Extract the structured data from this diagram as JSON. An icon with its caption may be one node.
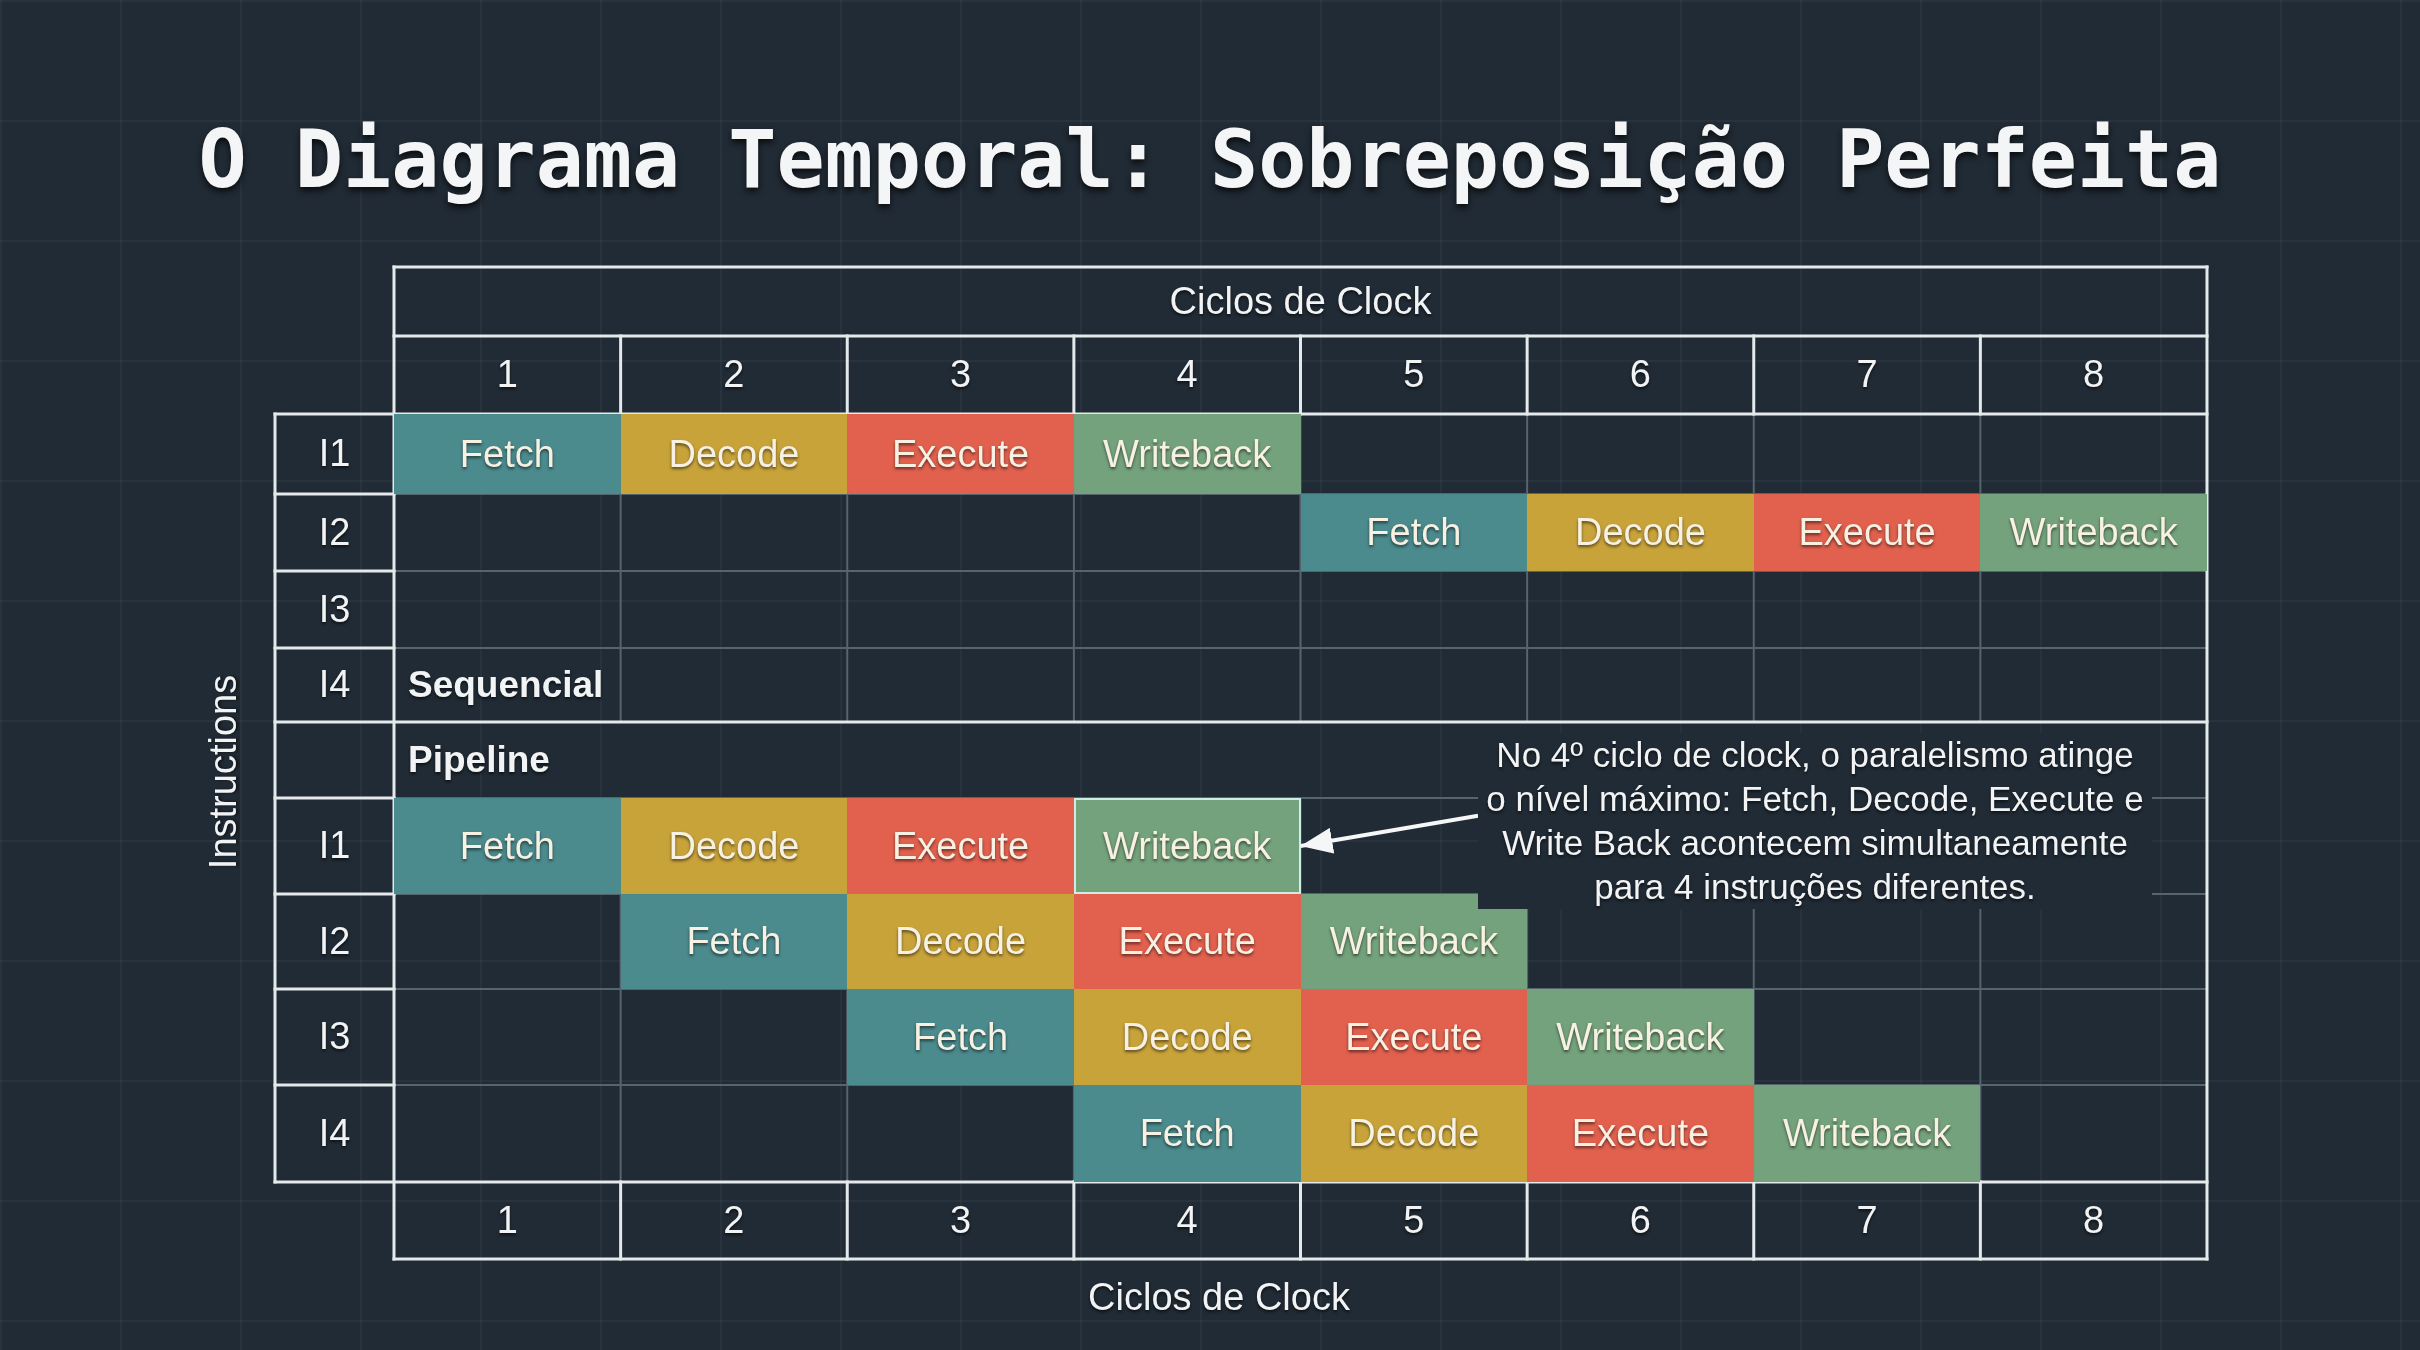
{
  "diagram": {
    "title": "O Diagrama Temporal: Sobreposição Perfeita",
    "nodes": [
      {
        "text": [
          "No 4º ciclo de clock, o paralelismo atinge o nível máximo: Fetch, Decode, Execute e Write Back acontecem simultaneamente para 4 instruções diferentes."
        ]
      },
      {
        "text": [
          "Writeback"
        ]
      }
    ],
    "edges": [
      {
        "from": 0,
        "to": 1,
        "arrow": "to"
      }
    ],
    "labels": [
      "Ciclos de Clock",
      "1",
      "2",
      "3",
      "4",
      "5",
      "6",
      "7",
      "8",
      "I1",
      "Fetch",
      "Decode",
      "Execute",
      "Writeback",
      "I2",
      "Fetch",
      "Decode",
      "Execute",
      "Writeback",
      "I3",
      "I4",
      "Sequencial",
      "Instructions",
      "Pipeline",
      "I1",
      "Fetch",
      "Decode",
      "Execute",
      "I2",
      "Fetch",
      "Decode",
      "Execute",
      "Writeback",
      "I3",
      "Fetch",
      "Decode",
      "Execute",
      "Writeback",
      "I4",
      "Fetch",
      "Decode",
      "Execute",
      "Writeback",
      "1",
      "2",
      "3",
      "4",
      "5",
      "6",
      "7",
      "8",
      "Ciclos de Clock"
    ]
  }
}
